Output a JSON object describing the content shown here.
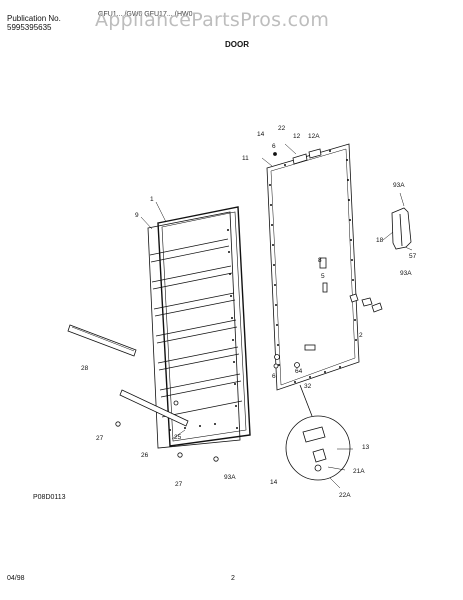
{
  "header": {
    "publication_label": "Publication No.",
    "publication_number": "5995395635",
    "model_text": "GFU1... /GW0 GFU17... (HW0",
    "watermark": "AppliancePartsPros.com",
    "section_title": "DOOR"
  },
  "diagram": {
    "figure_code": "P08D0113",
    "callouts": [
      "1",
      "9",
      "14",
      "22",
      "12",
      "12A",
      "6",
      "11",
      "93A",
      "18",
      "57",
      "93A",
      "8",
      "5",
      "2",
      "28",
      "64",
      "32",
      "6",
      "13",
      "21A",
      "27",
      "25",
      "26",
      "27",
      "93A",
      "14",
      "22A"
    ]
  },
  "footer": {
    "date": "04/98",
    "page": "2"
  }
}
